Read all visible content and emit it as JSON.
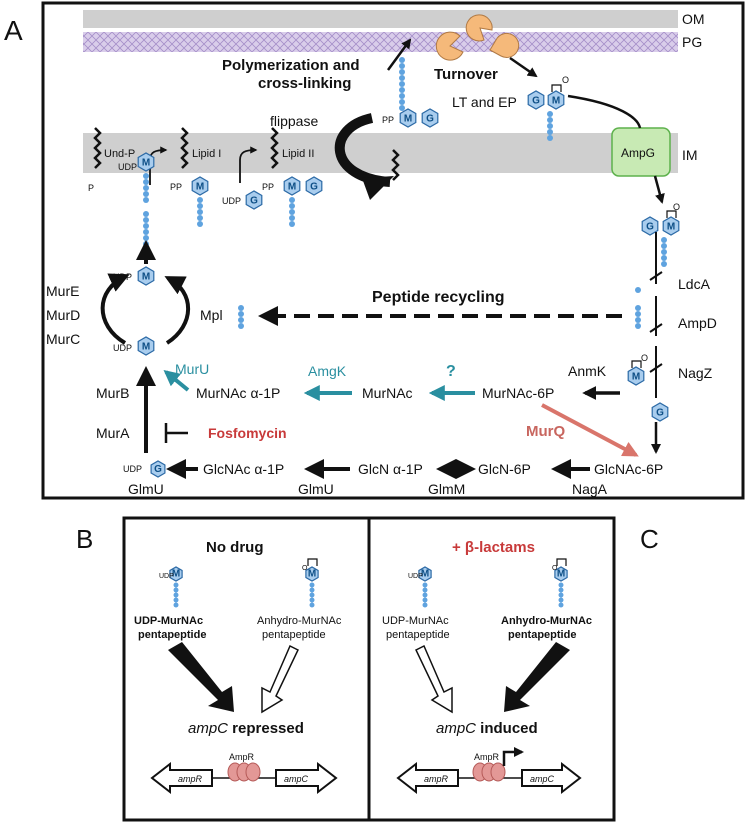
{
  "panel_labels": {
    "a": "A",
    "b": "B",
    "c": "C"
  },
  "membranes": {
    "om": "OM",
    "pg": "PG",
    "im": "IM"
  },
  "top": {
    "polymerization": "Polymerization and",
    "cross_linking": "cross-linking",
    "turnover": "Turnover",
    "lt_ep": "LT and EP",
    "flippase": "flippase",
    "ampg": "AmpG"
  },
  "lipids": {
    "und_p": "Und-P",
    "lipid1": "Lipid I",
    "lipid2": "Lipid II"
  },
  "small": {
    "p": "P",
    "pp": "PP",
    "udp": "UDP",
    "o": "O"
  },
  "sugars": {
    "m": "M",
    "g": "G"
  },
  "enzymes": {
    "mure": "MurE",
    "murd": "MurD",
    "murc": "MurC",
    "mpl": "Mpl",
    "murb": "MurB",
    "mura": "MurA",
    "glmu": "GlmU",
    "glmm": "GlmM",
    "naga": "NagA",
    "ldca": "LdcA",
    "ampd": "AmpD",
    "nagz": "NagZ",
    "anmk": "AnmK",
    "muru": "MurU",
    "amgk": "AmgK",
    "murq": "MurQ",
    "question": "?"
  },
  "pathway": {
    "peptide_recycling": "Peptide recycling",
    "murnac_a1p": "MurNAc α-1P",
    "murnac": "MurNAc",
    "murnac_6p": "MurNAc-6P",
    "fosfomycin": "Fosfomycin",
    "glcnac_a1p": "GlcNAc α-1P",
    "glcn_a1p": "GlcN α-1P",
    "glcn_6p": "GlcN-6P",
    "glcnac_6p": "GlcNAc-6P"
  },
  "panel_b": {
    "title": "No drug",
    "left_1": "UDP-MurNAc",
    "left_2": "pentapeptide",
    "right_1": "Anhydro-MurNAc",
    "right_2": "pentapeptide",
    "result_gene": "ampC",
    "result_word": " repressed"
  },
  "panel_c": {
    "title": "+ β-lactams",
    "left_1": "UDP-MurNAc",
    "left_2": "pentapeptide",
    "right_1": "Anhydro-MurNAc",
    "right_2": "pentapeptide",
    "result_gene": "ampC",
    "result_word": " induced"
  },
  "genes": {
    "ampr": "ampR",
    "ampc": "ampC",
    "protein": "AmpR"
  },
  "colors": {
    "membrane_gray": "#cccccc",
    "pg_purple": "#c9b8df",
    "hex_fill": "#a9cdee",
    "hex_stroke": "#2c6aa6",
    "bead": "#5fa3df",
    "teal": "#2a8fa0",
    "red": "#c83a3a",
    "salmon": "#d9756b",
    "ampg_fill": "#c8eab4",
    "ampg_stroke": "#5db14c",
    "turnover_orange": "#f5b97a",
    "ampr_pink": "#e39896"
  }
}
